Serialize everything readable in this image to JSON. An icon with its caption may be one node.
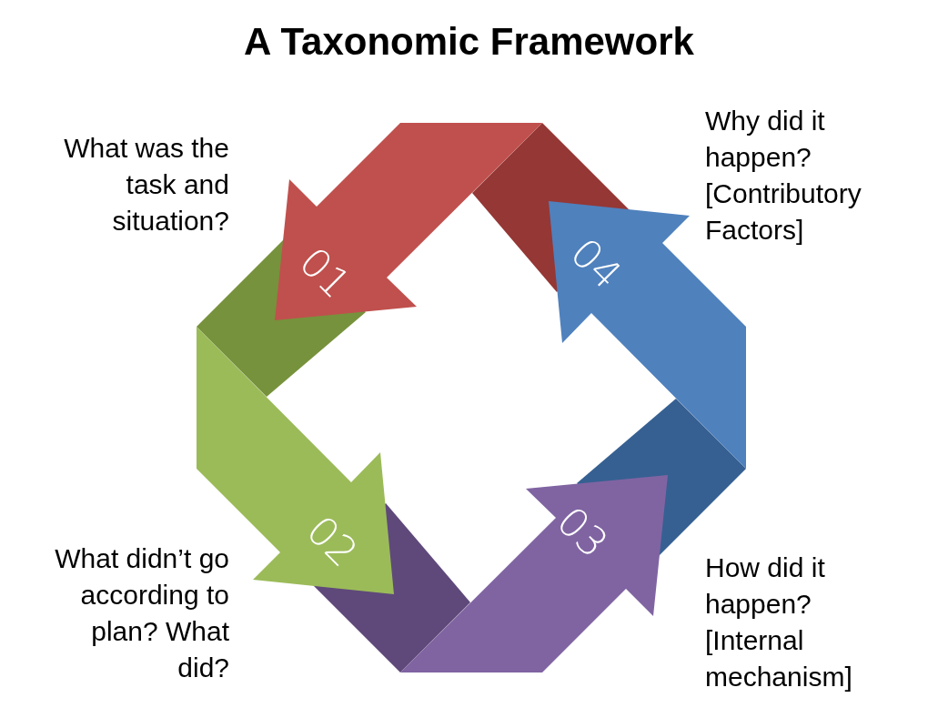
{
  "diagram": {
    "title": "A Taxonomic Framework",
    "nodes": [
      {
        "text": [
          "01"
        ],
        "beside": [
          "What was the task and situation?"
        ]
      },
      {
        "text": [
          "02"
        ],
        "beside": [
          "What didn’t go according to plan? What did?"
        ]
      },
      {
        "text": [
          "03"
        ],
        "beside": [
          "How did it happen? [Internal mechanism]"
        ]
      },
      {
        "text": [
          "04"
        ],
        "beside": [
          "Why did it happen? [Contributory Factors]"
        ]
      }
    ]
  }
}
